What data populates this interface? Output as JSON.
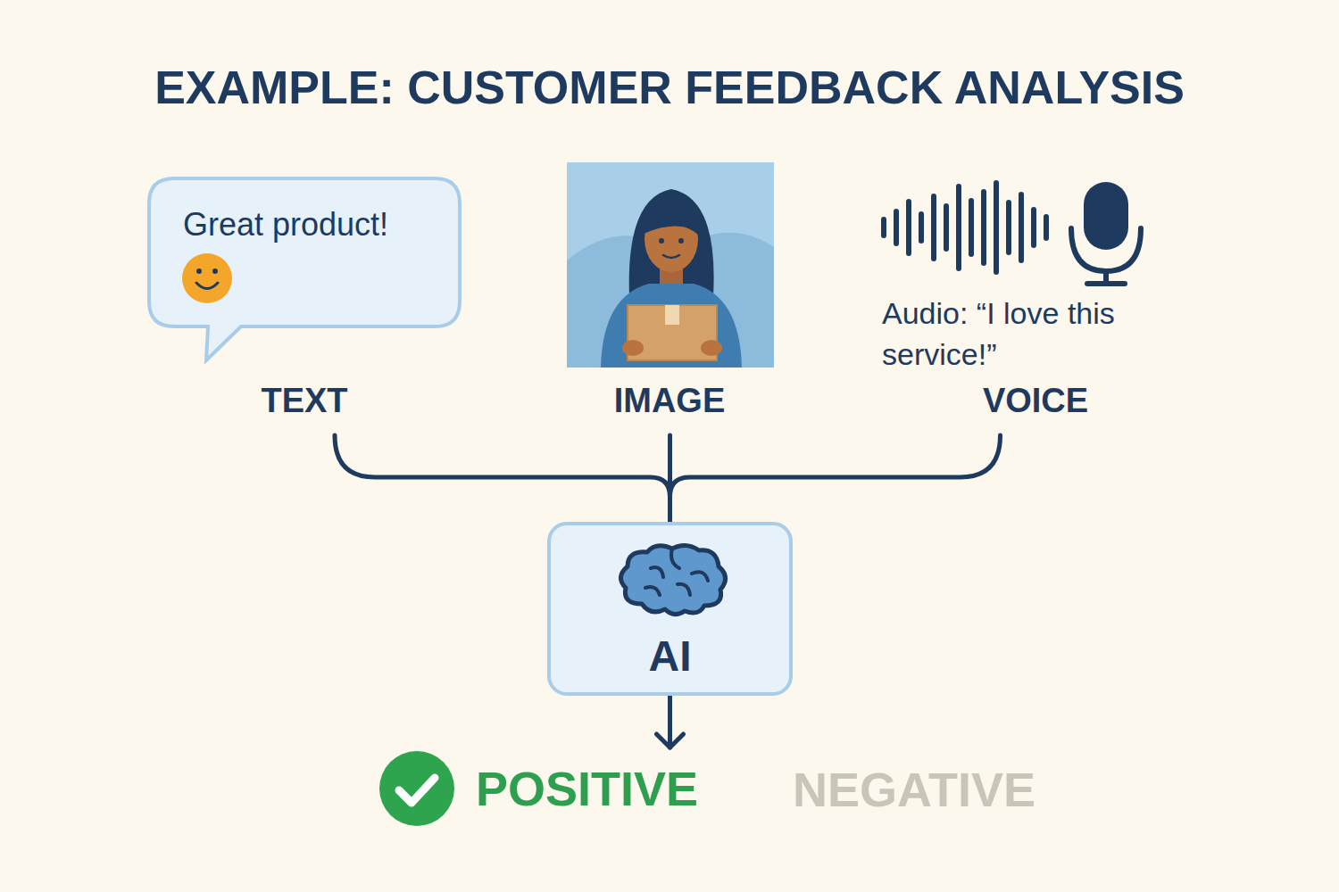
{
  "diagram": {
    "title": "EXAMPLE: CUSTOMER FEEDBACK ANALYSIS",
    "nodes": [
      {
        "text": [
          "Great product!",
          "TEXT"
        ]
      },
      {
        "text": [
          "IMAGE"
        ]
      },
      {
        "text": [
          "Audio: “I love this service!”",
          "VOICE"
        ]
      },
      {
        "text": [
          "AI"
        ]
      },
      {
        "text": [
          "POSITIVE"
        ]
      }
    ],
    "edges": [
      {
        "from": 0,
        "to": 3,
        "arrow": "none"
      },
      {
        "from": 1,
        "to": 3,
        "arrow": "none"
      },
      {
        "from": 2,
        "to": 3,
        "arrow": "none"
      },
      {
        "from": 3,
        "to": 4,
        "arrow": "to"
      }
    ],
    "labels": [
      "NEGATIVE"
    ]
  }
}
